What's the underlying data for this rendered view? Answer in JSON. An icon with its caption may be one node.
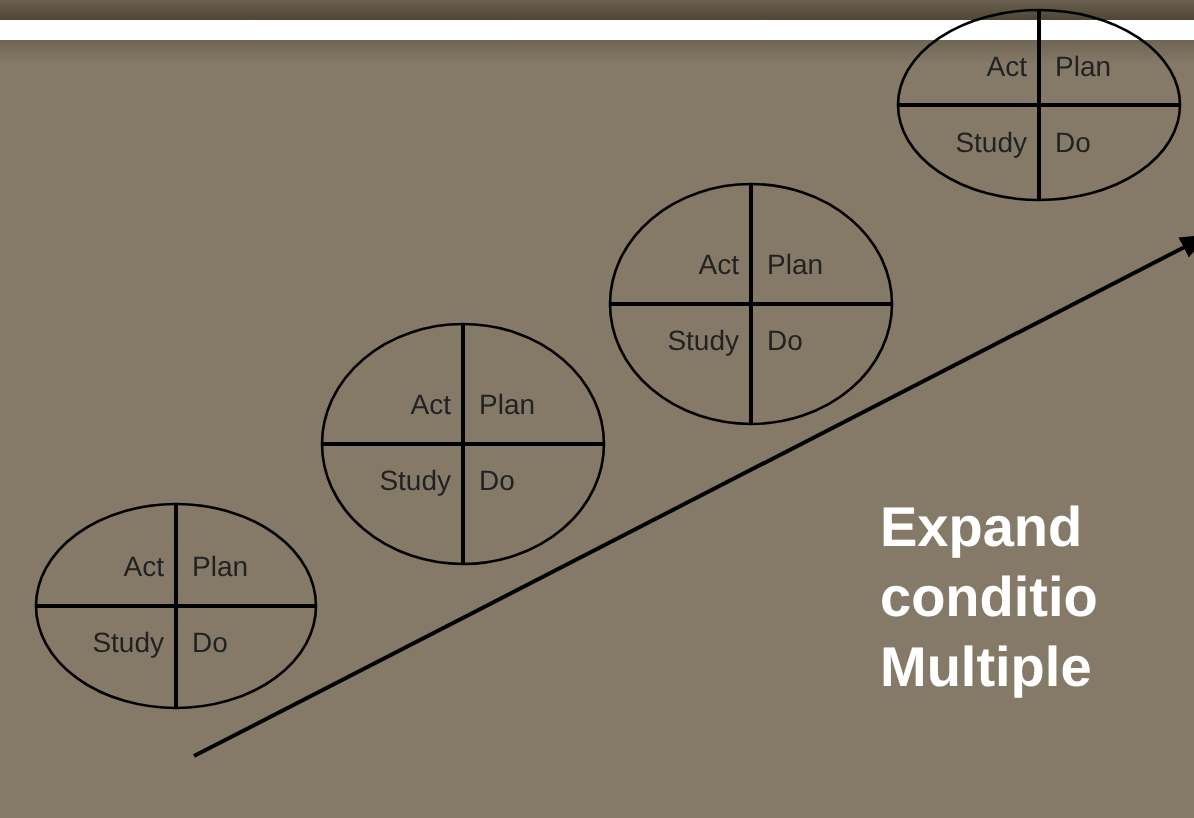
{
  "diagram": {
    "nodes": [
      {
        "text": [
          "Act",
          "Plan",
          "Study",
          "Do"
        ]
      },
      {
        "text": [
          "Act",
          "Plan",
          "Study",
          "Do"
        ]
      },
      {
        "text": [
          "Act",
          "Plan",
          "Study",
          "Do"
        ]
      },
      {
        "text": [
          "Act",
          "Plan",
          "Study",
          "Do"
        ]
      }
    ],
    "labels": [
      "Expand",
      "conditio",
      "Multiple"
    ]
  }
}
